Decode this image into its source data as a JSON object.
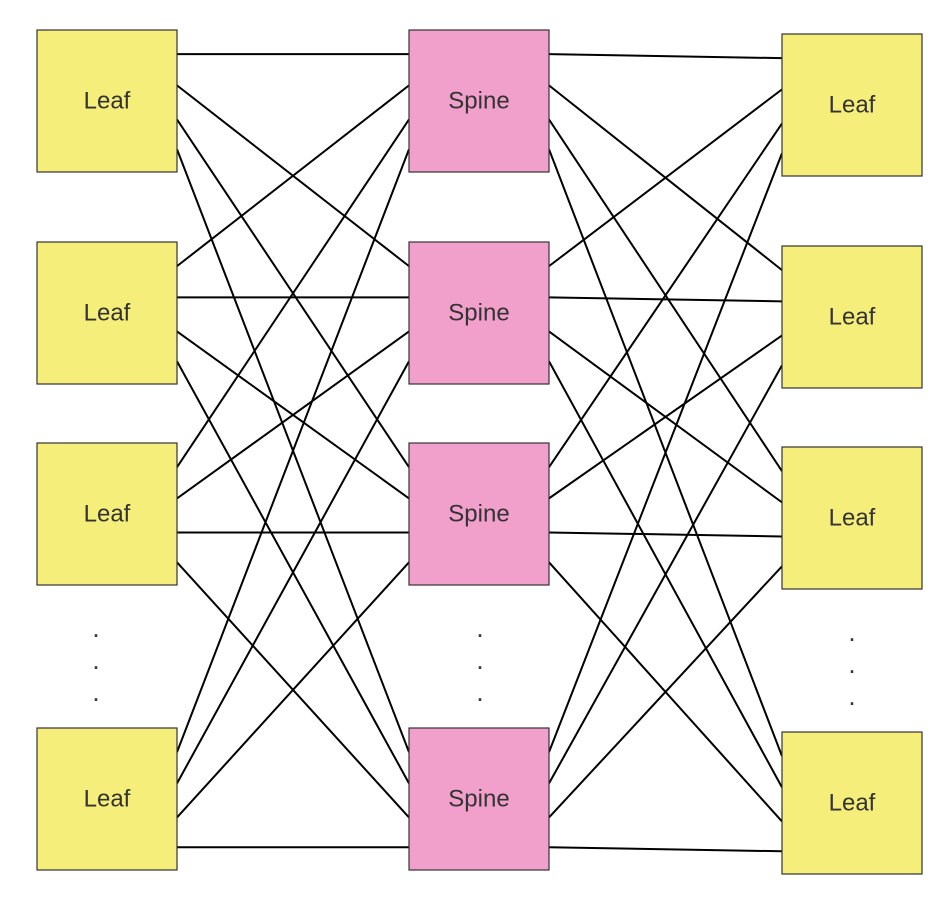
{
  "diagram": {
    "left_leaves": [
      {
        "label": "Leaf"
      },
      {
        "label": "Leaf"
      },
      {
        "label": "Leaf"
      },
      {
        "label": "Leaf"
      }
    ],
    "spines": [
      {
        "label": "Spine"
      },
      {
        "label": "Spine"
      },
      {
        "label": "Spine"
      },
      {
        "label": "Spine"
      }
    ],
    "right_leaves": [
      {
        "label": "Leaf"
      },
      {
        "label": "Leaf"
      },
      {
        "label": "Leaf"
      },
      {
        "label": "Leaf"
      }
    ],
    "ellipsis": ".",
    "connectivity": "full-mesh",
    "colors": {
      "leaf_fill": "#f6ee7a",
      "spine_fill": "#f19fcb",
      "link": "#000000",
      "border": "#333333"
    }
  }
}
